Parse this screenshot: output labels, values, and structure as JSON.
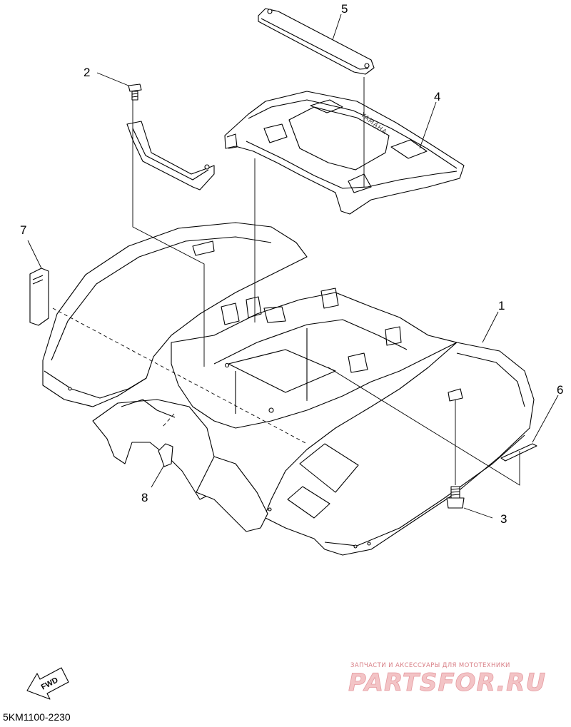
{
  "callouts": [
    {
      "id": "1",
      "label": "1"
    },
    {
      "id": "2",
      "label": "2"
    },
    {
      "id": "3",
      "label": "3"
    },
    {
      "id": "4",
      "label": "4"
    },
    {
      "id": "5",
      "label": "5"
    },
    {
      "id": "6",
      "label": "6"
    },
    {
      "id": "7",
      "label": "7"
    },
    {
      "id": "8",
      "label": "8"
    }
  ],
  "embossed_text": "YAMAHA",
  "fwd_label": "FWD",
  "diagram_code": "5KM1100-2230",
  "watermark": {
    "tagline": "ЗАПЧАСТИ И АКСЕССУАРЫ ДЛЯ МОТОТЕХНИКИ",
    "logo_text": "PARTSFOR.RU",
    "colors": {
      "tagline": "#d87f86",
      "logo_fill": "#f3c4c6",
      "logo_stroke": "#e59aa0"
    }
  }
}
